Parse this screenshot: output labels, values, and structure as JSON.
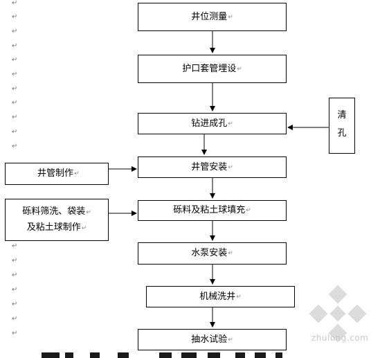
{
  "paragraph_mark": "↵",
  "steps": {
    "survey": "井位测量",
    "casing": "护口套管埋设",
    "drilling": "钻进成孔",
    "pipe_install": "井管安装",
    "gravel_fill": "砾料及粘土球填充",
    "pump_install": "水泵安装",
    "washing": "机械洗井",
    "pump_test": "抽水试验"
  },
  "side": {
    "clean_hole": [
      "清",
      "孔"
    ],
    "pipe_make": "井管制作",
    "gravel_prep_line1": "砾料筛洗、袋装",
    "gravel_prep_line2": "及粘土球制作"
  },
  "watermark": {
    "text": "zhulong.com"
  },
  "colors": {
    "line": "#000000",
    "watermark": "#cfcfcf"
  }
}
